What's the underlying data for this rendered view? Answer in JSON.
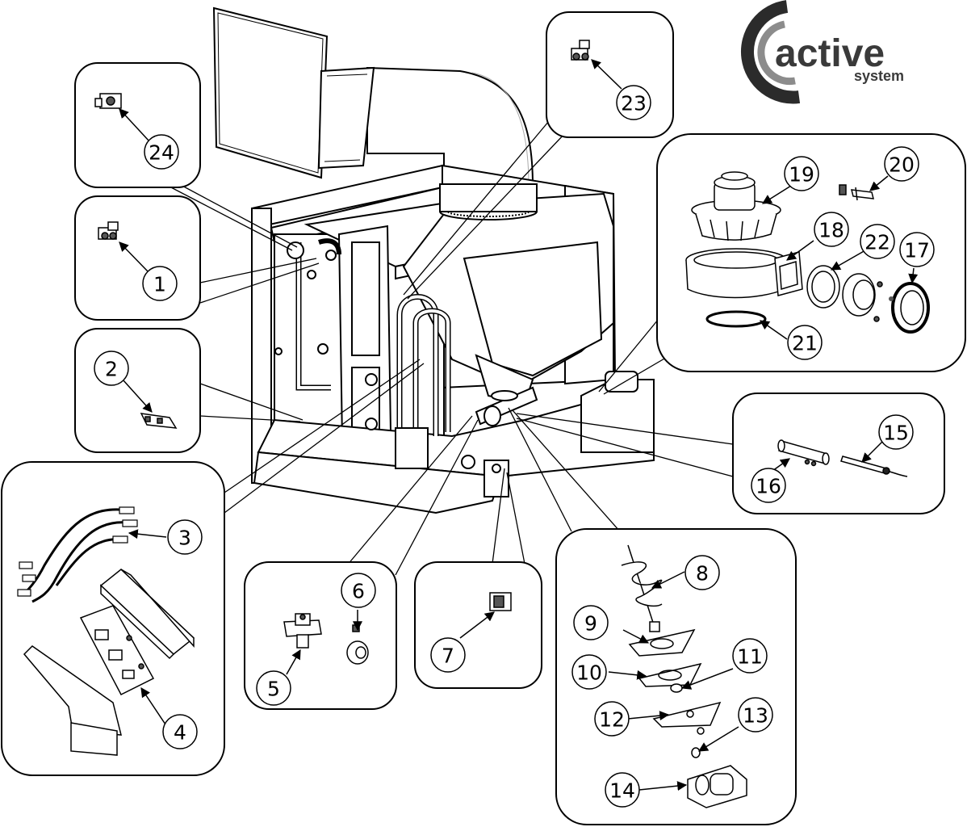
{
  "logo": {
    "word": "active",
    "sub": "system",
    "colors": {
      "dark": "#2b2b2b",
      "gray": "#8c8c8c"
    }
  },
  "callouts": [
    "1",
    "2",
    "3",
    "4",
    "5",
    "6",
    "7",
    "8",
    "9",
    "10",
    "11",
    "12",
    "13",
    "14",
    "15",
    "16",
    "17",
    "18",
    "19",
    "20",
    "21",
    "22",
    "23",
    "24"
  ],
  "panels": [
    "panel-24",
    "panel-1",
    "panel-2",
    "panel-3-4",
    "panel-5-6",
    "panel-7",
    "panel-8-14",
    "panel-15-16",
    "panel-17-22",
    "panel-23"
  ]
}
